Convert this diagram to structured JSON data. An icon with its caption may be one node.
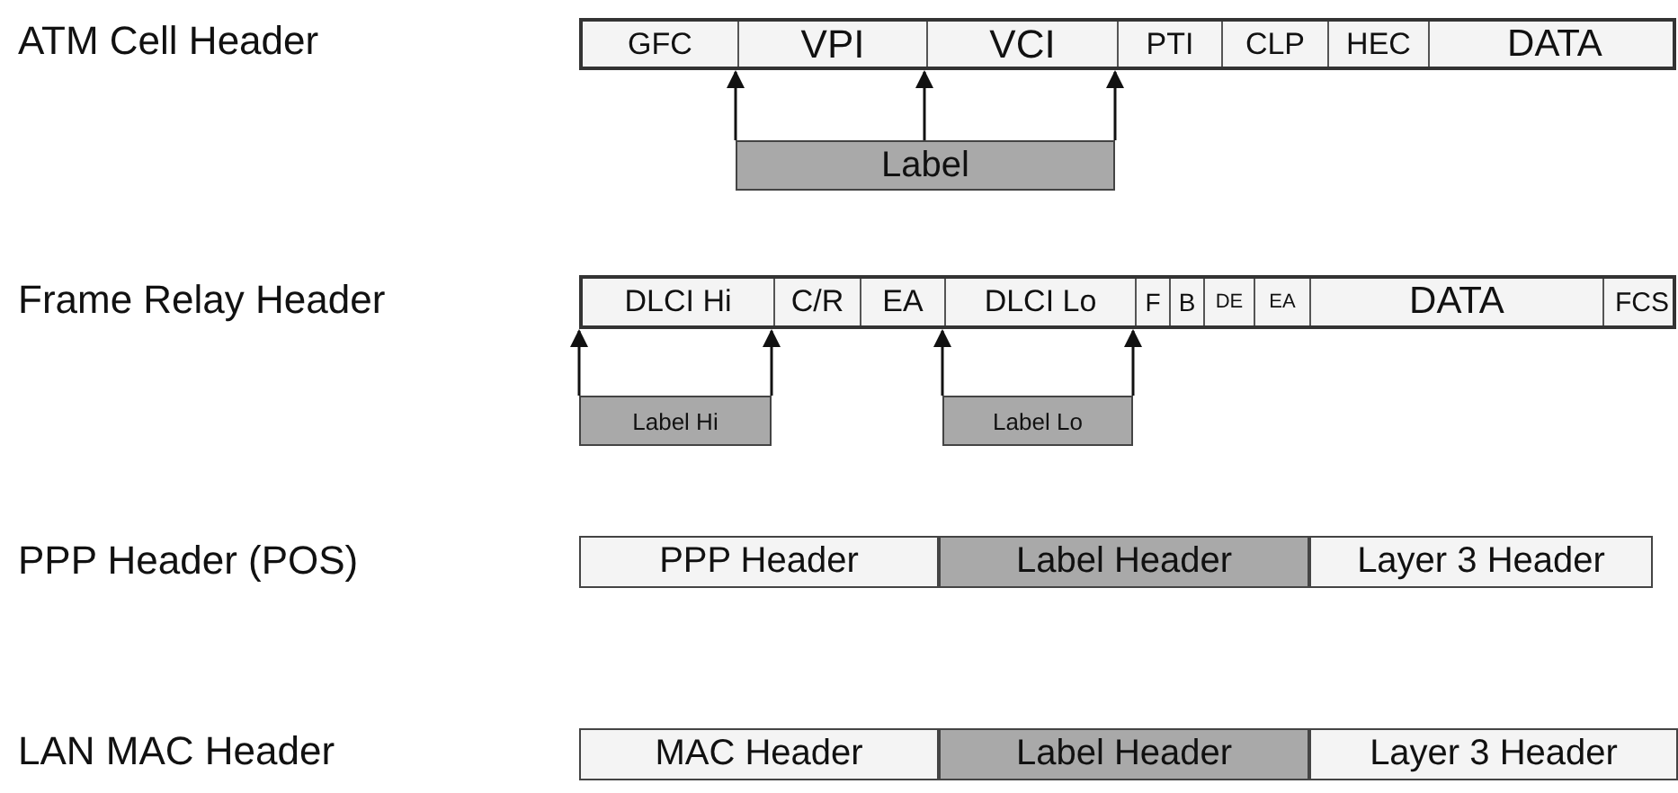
{
  "diagram": {
    "nodes": [
      {
        "text": [],
        "shape": "bar"
      },
      {
        "text": [
          "GFC"
        ],
        "in": 0
      },
      {
        "text": [
          "VPI"
        ],
        "in": 0
      },
      {
        "text": [
          "VCI"
        ],
        "in": 0
      },
      {
        "text": [
          "PTI"
        ],
        "in": 0
      },
      {
        "text": [
          "CLP"
        ],
        "in": 0
      },
      {
        "text": [
          "HEC"
        ],
        "in": 0
      },
      {
        "text": [
          "DATA"
        ],
        "in": 0
      },
      {
        "text": [
          "Label"
        ]
      },
      {
        "text": [],
        "shape": "bar"
      },
      {
        "text": [
          "DLCI Hi"
        ],
        "in": 9
      },
      {
        "text": [
          "C/R"
        ],
        "in": 9
      },
      {
        "text": [
          "EA"
        ],
        "in": 9
      },
      {
        "text": [
          "DLCI Lo"
        ],
        "in": 9
      },
      {
        "text": [
          "F"
        ],
        "in": 9
      },
      {
        "text": [
          "B"
        ],
        "in": 9
      },
      {
        "text": [
          "DE"
        ],
        "in": 9
      },
      {
        "text": [
          "EA"
        ],
        "in": 9
      },
      {
        "text": [
          "DATA"
        ],
        "in": 9
      },
      {
        "text": [
          "FCS"
        ],
        "in": 9
      },
      {
        "text": [
          "Label Hi"
        ]
      },
      {
        "text": [
          "Label Lo"
        ]
      },
      {
        "text": [
          "PPP Header"
        ]
      },
      {
        "text": [
          "Label Header"
        ]
      },
      {
        "text": [
          "Layer 3 Header"
        ]
      },
      {
        "text": [
          "MAC Header"
        ]
      },
      {
        "text": [
          "Label Header"
        ]
      },
      {
        "text": [
          "Layer 3 Header"
        ]
      }
    ],
    "edges": [
      {
        "from": 8,
        "to": 0,
        "arrow": "to"
      },
      {
        "from": 8,
        "to": 0,
        "arrow": "to"
      },
      {
        "from": 8,
        "to": 0,
        "arrow": "to"
      },
      {
        "from": 20,
        "to": 9,
        "arrow": "to"
      },
      {
        "from": 20,
        "to": 9,
        "arrow": "to"
      },
      {
        "from": 21,
        "to": 9,
        "arrow": "to"
      },
      {
        "from": 21,
        "to": 9,
        "arrow": "to"
      }
    ],
    "labels": [
      "ATM Cell Header",
      "Frame Relay Header",
      "PPP Header (POS)",
      "LAN MAC Header"
    ]
  }
}
